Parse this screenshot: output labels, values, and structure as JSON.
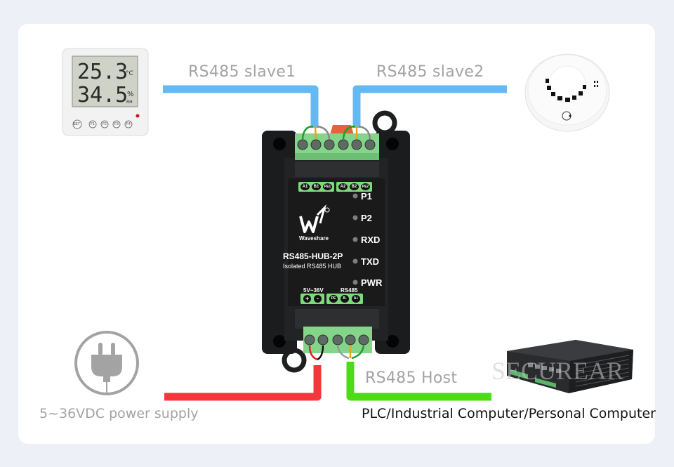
{
  "labels": {
    "slave1": "RS485 slave1",
    "slave2": "RS485 slave2",
    "host": "RS485 Host",
    "host_devices": "PLC/Industrial Computer/Personal Computer",
    "power_supply": "5~36VDC power supply"
  },
  "thermometer": {
    "temperature": "25.3",
    "temperature_unit": "°C",
    "humidity": "34.5",
    "humidity_unit": "%",
    "humidity_sub": "RH",
    "buttons": [
      "SET",
      "F1",
      "F2",
      "F3",
      "F4"
    ]
  },
  "device": {
    "brand": "Waveshare",
    "model": "RS485-HUB-2P",
    "subtitle": "Isolated RS485 HUB",
    "top_terminals": [
      "A1",
      "B1",
      "PE1",
      "A2",
      "B2",
      "PE2"
    ],
    "leds": [
      "P1",
      "P2",
      "RXD",
      "TXD",
      "PWR"
    ],
    "power_label": "5V~36V",
    "rs485_label": "RS485",
    "power_terminals": [
      "+",
      "-"
    ],
    "bottom_terminals": [
      "PE",
      "B-",
      "A+"
    ]
  },
  "watermark": "SECUREAR",
  "colors": {
    "slave_wire": "#64b9f4",
    "power_wire": "#f2383b",
    "host_wire": "#4bdc16",
    "terminal_green": "#7dd97a",
    "device_body": "#1e1f21",
    "label_gray": "#a3a3a3"
  }
}
